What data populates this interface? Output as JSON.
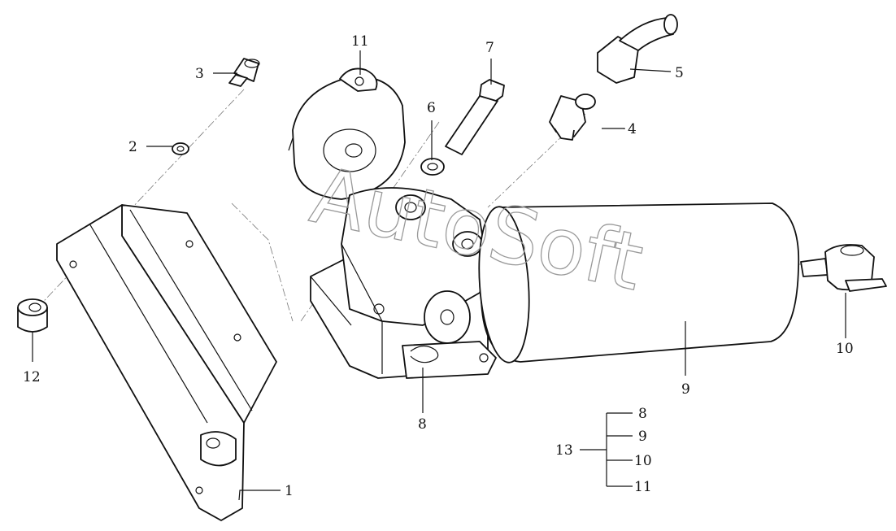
{
  "watermark": "AutoSoft",
  "callouts": {
    "c1": "1",
    "c2": "2",
    "c3": "3",
    "c4": "4",
    "c5": "5",
    "c6": "6",
    "c7": "7",
    "c8": "8",
    "c9": "9",
    "c10": "10",
    "c11": "11",
    "c12": "12"
  },
  "assembly": {
    "parent": "13",
    "children": [
      "8",
      "9",
      "10",
      "11"
    ]
  }
}
